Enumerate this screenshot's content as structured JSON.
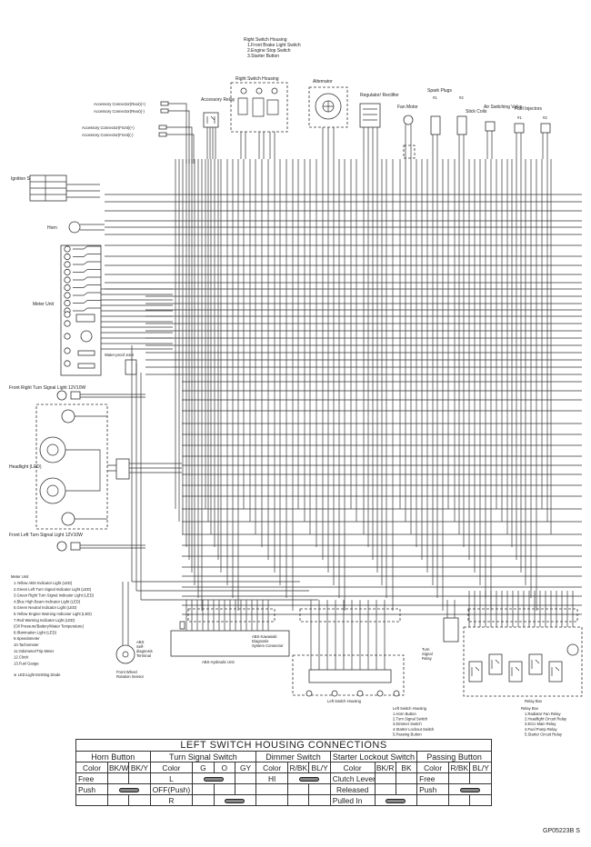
{
  "top": {
    "rsh_lead": "Right Switch Housing",
    "rsh_items": [
      "1.Front Brake Light Switch",
      "2.Engine Stop Switch",
      "3.Starter Button"
    ],
    "rsh_box": "Right Switch Housing",
    "alternator": "Alternator",
    "regulator": "Regulator/ Rectifier",
    "spark_plugs": "Spark Plugs",
    "spark_1": "#1",
    "spark_2": "#2",
    "fan_motor": "Fan Motor",
    "stick_coils": "Stick Coils",
    "air_valve": "Air Switching Valve",
    "fuel_injectors": "Fuel Injectors",
    "inj_1": "#1",
    "inj_2": "#2",
    "acc_relay": "Accessory Relay",
    "acc_rear_pos": "Accessory Connector(Rear)(+)",
    "acc_rear_neg": "Accessory Connector(Rear)(-)",
    "acc_front_pos": "Accessory Connector(Front)(+)",
    "acc_front_neg": "Accessory Connector(Front)(-)"
  },
  "left": {
    "ignition_switch": "Ignition Switch",
    "horn": "Horn",
    "meter_unit": "Meter Unit",
    "waterproof_joint": "Water-proof Joint",
    "front_right_turn": "Front Right Turn Signal Light 12V10W",
    "headlight": "Headlight (LED)",
    "front_left_turn": "Front Left Turn Signal Light 12V10W"
  },
  "legend": {
    "title": "Meter Unit",
    "items": [
      "1.Yellow ABS Indicator Light (LED)",
      "2.Green Left Turn Signal Indicator Light (LED)",
      "3.Green Right Turn Signal Indicator Light (LED)",
      "4.Blue High Beam Indicator Light (LED)",
      "5.Green Neutral Indicator Light (LED)",
      "6.Yellow Engine Warning Indicator Light (LED)",
      "7.Red Warning Indicator Light (LED)",
      "(Oil Pressure/Battery/Water Temperature)",
      "8.Illumination Light (LED)",
      "9.Speedometer",
      "10.Tachometer",
      "11.Odometer/Trip Meter",
      "12.Clock",
      "13.Fuel Gauge"
    ],
    "note": "※ LED:Light Emitting Diode"
  },
  "bottom": {
    "abs_self": "ABS Self-diagnosis Terminal",
    "abs_kawasaki": "ABS Kawasaki Diagnosis System Connector",
    "abs_unit": "ABS Hydraulic Unit",
    "wheel_sensor": "Front Wheel Rotation Sensor",
    "lsh": "Left Switch Housing",
    "turn_relay": "Turn Signal Relay",
    "lsh_lead": "Left Switch Housing",
    "lsh_items": [
      "1.Horn Button",
      "2.Turn Signal Switch",
      "3.Dimmer Switch",
      "4.Starter Lockout Switch",
      "5.Passing Button"
    ],
    "relay_box": "Relay Box",
    "relay_lead": "Relay Box",
    "relay_items": [
      "1.Radiator Fan Relay",
      "2.Headlight Circuit Relay",
      "3.ECU Main Relay",
      "4.Fuel Pump Relay",
      "5.Starter Circuit Relay"
    ]
  },
  "table": {
    "title": "LEFT SWITCH HOUSING CONNECTIONS",
    "horn": {
      "name": "Horn Button",
      "cols": [
        "Color",
        "BK/W",
        "BK/Y"
      ],
      "rows": [
        "Free",
        "Push"
      ]
    },
    "turn": {
      "name": "Turn Signal Switch",
      "cols": [
        "Color",
        "G",
        "O",
        "GY"
      ],
      "rows": [
        "L",
        "OFF(Push)",
        "R"
      ]
    },
    "dimmer": {
      "name": "Dimmer Switch",
      "cols": [
        "Color",
        "R/BK",
        "BL/Y"
      ],
      "rows": [
        "HI"
      ]
    },
    "starter": {
      "name": "Starter Lockout Switch",
      "cols": [
        "Color",
        "BK/R",
        "BK"
      ],
      "rows": [
        "Clutch Lever",
        "Released",
        "Pulled In"
      ]
    },
    "passing": {
      "name": "Passing Button",
      "cols": [
        "Color",
        "R/BK",
        "BL/Y"
      ],
      "rows": [
        "Free",
        "Push"
      ]
    }
  },
  "code": "GP05223B S"
}
